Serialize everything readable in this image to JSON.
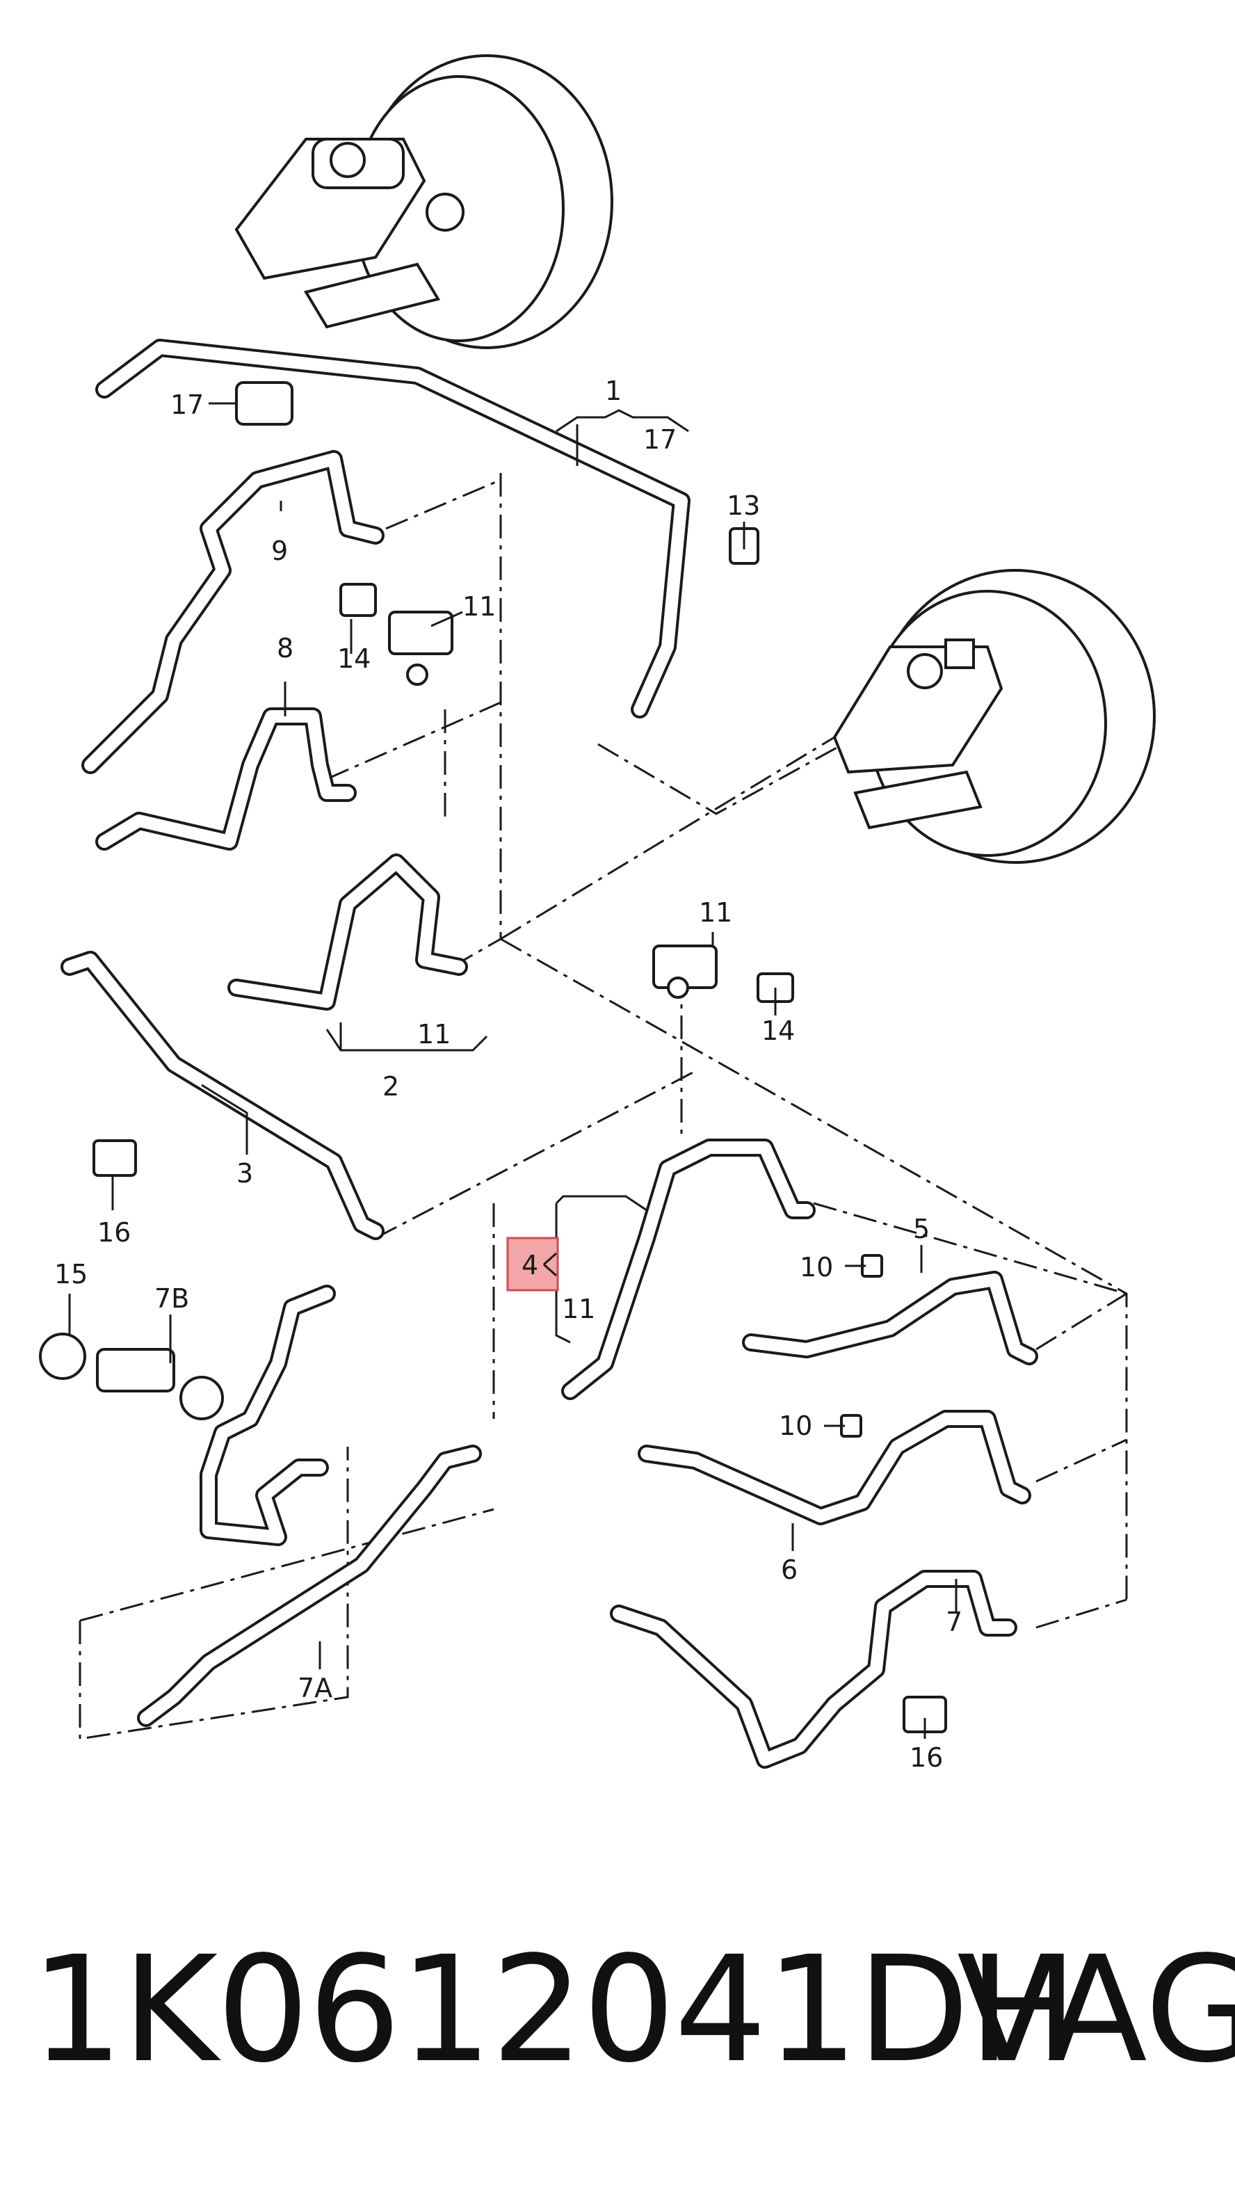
{
  "diagram": {
    "callouts": {
      "c1": "1",
      "c17a": "17",
      "c17b": "17",
      "c13": "13",
      "c9": "9",
      "c14a": "14",
      "c11a": "11",
      "c8": "8",
      "c11b": "11",
      "c11c": "11",
      "c14b": "14",
      "c2": "2",
      "c3": "3",
      "c16a": "16",
      "c15": "15",
      "c7B": "7B",
      "c4": "4",
      "c11d": "11",
      "c5": "5",
      "c10a": "10",
      "c10b": "10",
      "c6": "6",
      "c7": "7",
      "c16b": "16",
      "c7A": "7A"
    },
    "highlight_color": "#f3a6a8"
  },
  "footer": {
    "part_number": "1K0612041DH",
    "brand": "VAG"
  }
}
